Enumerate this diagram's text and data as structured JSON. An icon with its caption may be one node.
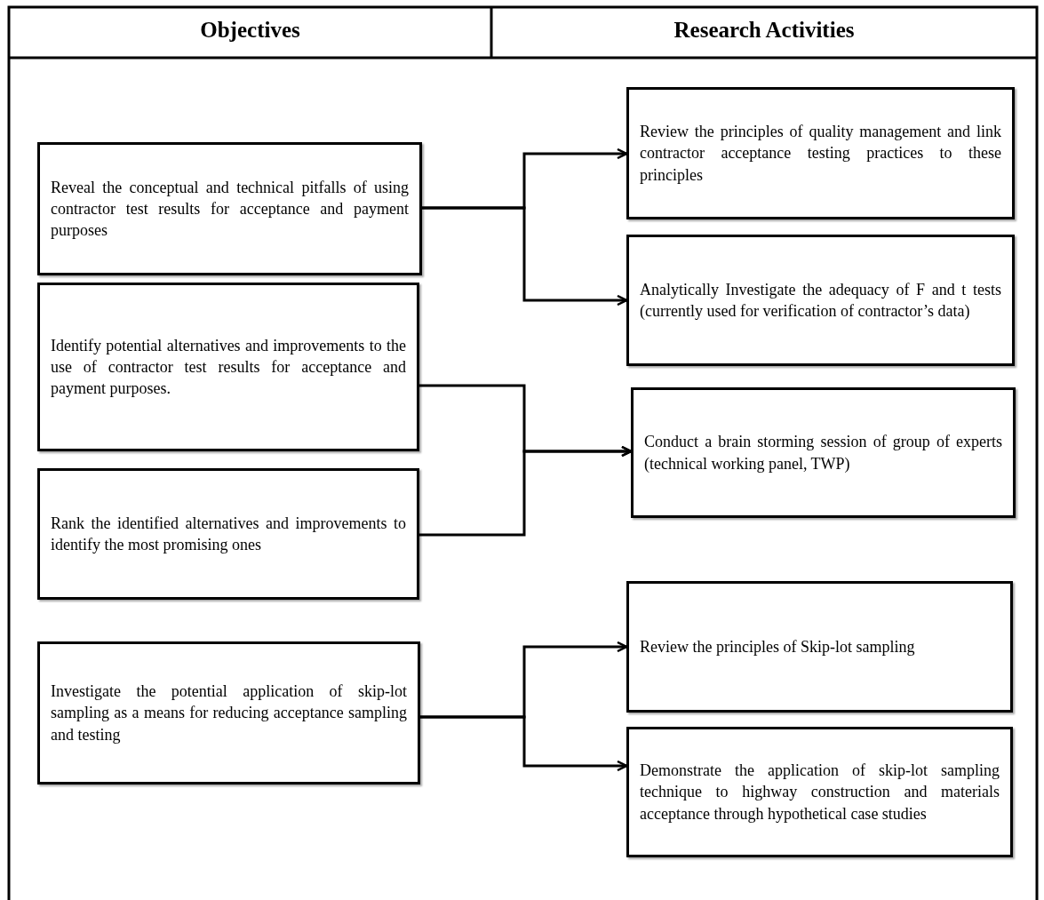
{
  "diagram": {
    "nodes": [
      {
        "text": [
          "Reveal the conceptual and technical pitfalls of using contractor test results for acceptance and payment purposes"
        ]
      },
      {
        "text": [
          "Review the principles of quality management and link contractor acceptance testing practices to these principles"
        ]
      },
      {
        "text": [
          "Analytically Investigate the adequacy of F and t tests (currently used for verification of contractor’s data)"
        ]
      },
      {
        "text": [
          "Identify potential alternatives and improvements to the use of contractor test results for acceptance and payment purposes."
        ]
      },
      {
        "text": [
          "Conduct a brain storming session of group of experts (technical working panel, TWP)"
        ]
      },
      {
        "text": [
          "Rank the identified alternatives and improvements to identify the most promising ones"
        ]
      },
      {
        "text": [
          "Investigate the potential application of skip-lot sampling as a means for reducing acceptance sampling and testing"
        ]
      },
      {
        "text": [
          "Review the principles of Skip-lot sampling"
        ]
      },
      {
        "text": [
          "Demonstrate the application of skip-lot sampling technique to highway construction and materials acceptance through hypothetical case studies"
        ]
      }
    ],
    "edges": [
      {
        "from": 0,
        "to": 1,
        "arrow": "to"
      },
      {
        "from": 0,
        "to": 2,
        "arrow": "to"
      },
      {
        "from": 3,
        "to": 4,
        "arrow": "to"
      },
      {
        "from": 5,
        "to": 4,
        "arrow": "to"
      },
      {
        "from": 6,
        "to": 7,
        "arrow": "to"
      },
      {
        "from": 6,
        "to": 8,
        "arrow": "to"
      }
    ],
    "labels": [
      "Objectives",
      "Research Activities"
    ]
  }
}
